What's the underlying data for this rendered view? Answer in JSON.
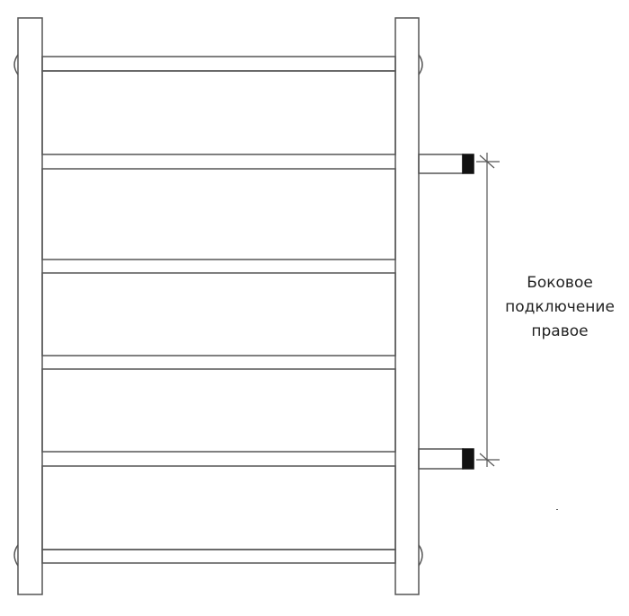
{
  "annotation": {
    "lines": [
      "Боковое",
      "подключение",
      "правое"
    ]
  },
  "colors": {
    "stroke": "#555555",
    "fitting": "#111111"
  }
}
